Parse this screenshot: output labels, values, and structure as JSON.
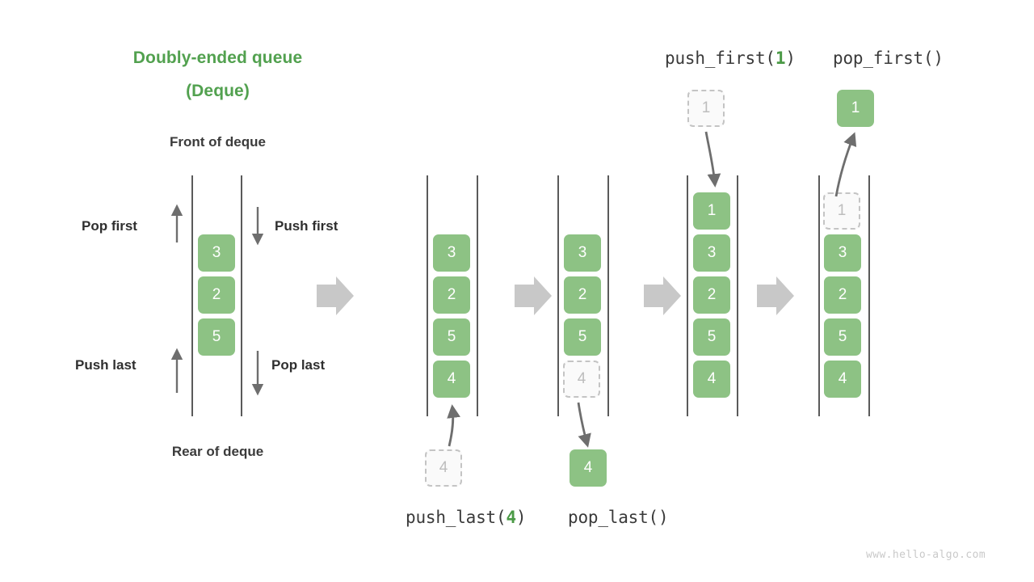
{
  "title": {
    "line1": "Doubly-ended queue",
    "line2": "(Deque)"
  },
  "labels": {
    "front": "Front of deque",
    "rear": "Rear of deque",
    "pop_first": "Pop first",
    "push_first": "Push first",
    "push_last": "Push last",
    "pop_last": "Pop last"
  },
  "operations": {
    "push_first": {
      "name": "push_first(",
      "arg": "1",
      "close": ")"
    },
    "pop_first": {
      "name": "pop_first()",
      "arg": "",
      "close": ""
    },
    "push_last": {
      "name": "push_last(",
      "arg": "4",
      "close": ")"
    },
    "pop_last": {
      "name": "pop_last()",
      "arg": "",
      "close": ""
    }
  },
  "watermark": "www.hello-algo.com",
  "colors": {
    "accent_green": "#52a14f",
    "node_green": "#8dc284",
    "ghost_border": "#c4c4c4",
    "ghost_text": "#bdbdbd",
    "rail": "#5a5a5a",
    "step_arrow": "#c8c8c8",
    "thin_arrow": "#6e6e6e",
    "label_dark": "#2f2f2f"
  },
  "columns": [
    {
      "id": "initial",
      "items": [
        "3",
        "2",
        "5"
      ],
      "ghost_top": null,
      "ghost_bottom": null,
      "floating_bottom": null,
      "floating_top": null
    },
    {
      "id": "after-push-last",
      "items": [
        "3",
        "2",
        "5",
        "4"
      ],
      "ghost_top": null,
      "ghost_bottom": null,
      "floating_bottom": "4",
      "floating_top": null
    },
    {
      "id": "after-pop-last",
      "items": [
        "3",
        "2",
        "5"
      ],
      "ghost_bottom": "4",
      "ghost_top": null,
      "floating_bottom": "4",
      "floating_top": null
    },
    {
      "id": "after-push-first",
      "items": [
        "1",
        "3",
        "2",
        "5",
        "4"
      ],
      "ghost_top": null,
      "ghost_bottom": null,
      "floating_top": "1",
      "floating_bottom": null
    },
    {
      "id": "after-pop-first",
      "items": [
        "3",
        "2",
        "5",
        "4"
      ],
      "ghost_top": "1",
      "ghost_bottom": null,
      "floating_top": "1",
      "floating_bottom": null
    }
  ],
  "chart_data": {
    "type": "diagram",
    "structure": "deque",
    "initial_state": [
      "3",
      "2",
      "5"
    ],
    "steps": [
      {
        "op": "push_last(4)",
        "result": [
          "3",
          "2",
          "5",
          "4"
        ]
      },
      {
        "op": "pop_last()",
        "result": [
          "3",
          "2",
          "5"
        ],
        "removed": "4"
      },
      {
        "op": "push_first(1)",
        "result": [
          "1",
          "3",
          "2",
          "5",
          "4"
        ]
      },
      {
        "op": "pop_first()",
        "result": [
          "3",
          "2",
          "5",
          "4"
        ],
        "removed": "1"
      }
    ]
  }
}
